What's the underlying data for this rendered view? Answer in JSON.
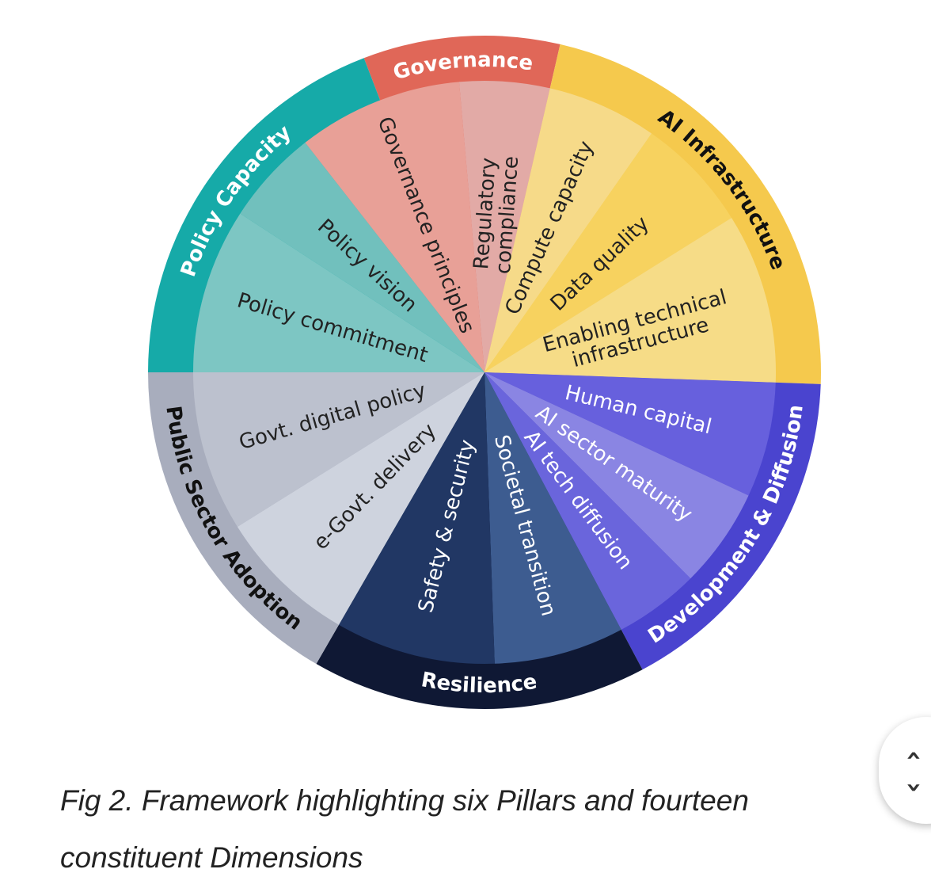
{
  "pillars": [
    {
      "label": "Governance",
      "color": "#e06758",
      "text_color": "#ffffff"
    },
    {
      "label": "AI Infrastructure",
      "color": "#f5c94d",
      "text_color": "#111111"
    },
    {
      "label": "Development & Diffusion",
      "color": "#4a44cf",
      "text_color": "#ffffff"
    },
    {
      "label": "Resilience",
      "color": "#0f1834",
      "text_color": "#ffffff"
    },
    {
      "label": "Public Sector Adoption",
      "color": "#a8adbd",
      "text_color": "#111111"
    },
    {
      "label": "Policy Capacity",
      "color": "#16aaa8",
      "text_color": "#ffffff"
    }
  ],
  "dimensions": [
    {
      "label": "Regulatory compliance",
      "lines": [
        "Regulatory",
        "compliance"
      ],
      "color": "#e2aaa6",
      "text_color": "#222222"
    },
    {
      "label": "Compute capacity",
      "lines": [
        "Compute capacity"
      ],
      "color": "#f6da89",
      "text_color": "#222222"
    },
    {
      "label": "Data quality",
      "lines": [
        "Data quality"
      ],
      "color": "#f7d25f",
      "text_color": "#222222"
    },
    {
      "label": "Enabling technical infrastructure",
      "lines": [
        "Enabling technical",
        "infrastructure"
      ],
      "color": "#f6dc87",
      "text_color": "#222222"
    },
    {
      "label": "Human capital",
      "lines": [
        "Human capital"
      ],
      "color": "#6760dd",
      "text_color": "#ffffff"
    },
    {
      "label": "AI sector maturity",
      "lines": [
        "AI sector maturity"
      ],
      "color": "#8a85e3",
      "text_color": "#ffffff"
    },
    {
      "label": "AI tech diffusion",
      "lines": [
        "AI tech diffusion"
      ],
      "color": "#6a65dc",
      "text_color": "#ffffff"
    },
    {
      "label": "Societal transition",
      "lines": [
        "Societal transition"
      ],
      "color": "#3d5c90",
      "text_color": "#ffffff"
    },
    {
      "label": "Safety & security",
      "lines": [
        "Safety & security"
      ],
      "color": "#213764",
      "text_color": "#ffffff"
    },
    {
      "label": "e-Govt. delivery",
      "lines": [
        "e-Govt. delivery"
      ],
      "color": "#ced3de",
      "text_color": "#222222"
    },
    {
      "label": "Govt. digital policy",
      "lines": [
        "Govt. digital policy"
      ],
      "color": "#bcc1ce",
      "text_color": "#222222"
    },
    {
      "label": "Policy commitment",
      "lines": [
        "Policy commitment"
      ],
      "color": "#7dc6c3",
      "text_color": "#222222"
    },
    {
      "label": "Policy vision",
      "lines": [
        "Policy vision"
      ],
      "color": "#71c0bd",
      "text_color": "#222222"
    },
    {
      "label": "Governance principles",
      "lines": [
        "Governance principles"
      ],
      "color": "#e8a097",
      "text_color": "#222222"
    }
  ],
  "caption": {
    "line1": "Fig 2. Framework highlighting six Pillars and fourteen",
    "line2": "constituent Dimensions"
  },
  "nav": {
    "up_icon": "chevron-up-icon",
    "down_icon": "chevron-down-icon",
    "up": "‹",
    "down": "›"
  }
}
